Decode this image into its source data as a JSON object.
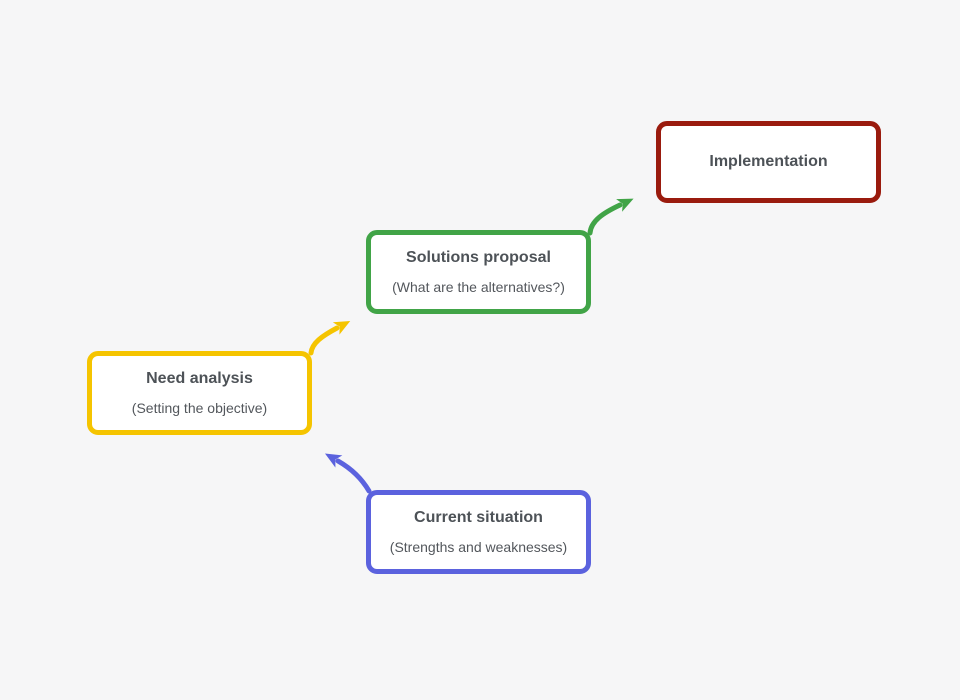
{
  "page": {
    "background": "#f6f6f7",
    "node_fill": "#ffffff",
    "title_color": "#4d5257",
    "subtitle_color": "#53575c"
  },
  "diagram": {
    "nodes": [
      {
        "id": "current-situation",
        "title": "Current situation",
        "subtitle": "(Strengths and weaknesses)",
        "border_color": "#5b62de"
      },
      {
        "id": "need-analysis",
        "title": "Need analysis",
        "subtitle": "(Setting the objective)",
        "border_color": "#f5c400"
      },
      {
        "id": "solutions-proposal",
        "title": "Solutions proposal",
        "subtitle": "(What are the alternatives?)",
        "border_color": "#41a447"
      },
      {
        "id": "implementation",
        "title": "Implementation",
        "border_color": "#9a1b0e"
      }
    ],
    "edges": [
      {
        "id": "current-to-need",
        "from": "current-situation",
        "to": "need-analysis",
        "color": "#5b62de"
      },
      {
        "id": "need-to-solutions",
        "from": "need-analysis",
        "to": "solutions-proposal",
        "color": "#f5c400"
      },
      {
        "id": "solutions-to-implementation",
        "from": "solutions-proposal",
        "to": "implementation",
        "color": "#41a447"
      }
    ]
  }
}
